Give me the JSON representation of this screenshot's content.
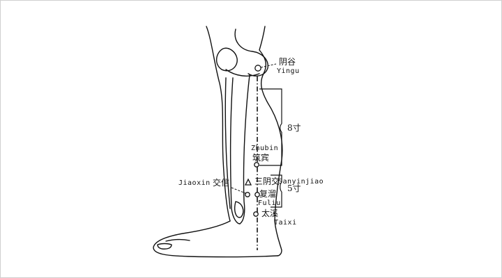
{
  "points": {
    "yingu": {
      "hanzi": "阴谷",
      "pinyin": "Yingu"
    },
    "zhubin": {
      "hanzi": "筑宾",
      "pinyin": "Zhubin"
    },
    "jiaoxin": {
      "hanzi": "交信",
      "pinyin": "Jiaoxin"
    },
    "sanyinjiao": {
      "hanzi": "三阴交",
      "pinyin": "Sanyinjiao"
    },
    "fuliu": {
      "hanzi": "复溜",
      "pinyin": "Fuliu"
    },
    "taixi": {
      "hanzi": "太溪",
      "pinyin": "Taixi"
    }
  },
  "measurements": {
    "upper": "8寸",
    "lower": "5寸"
  },
  "colors": {
    "line": "#111111",
    "frame": "#cfcfcf"
  }
}
